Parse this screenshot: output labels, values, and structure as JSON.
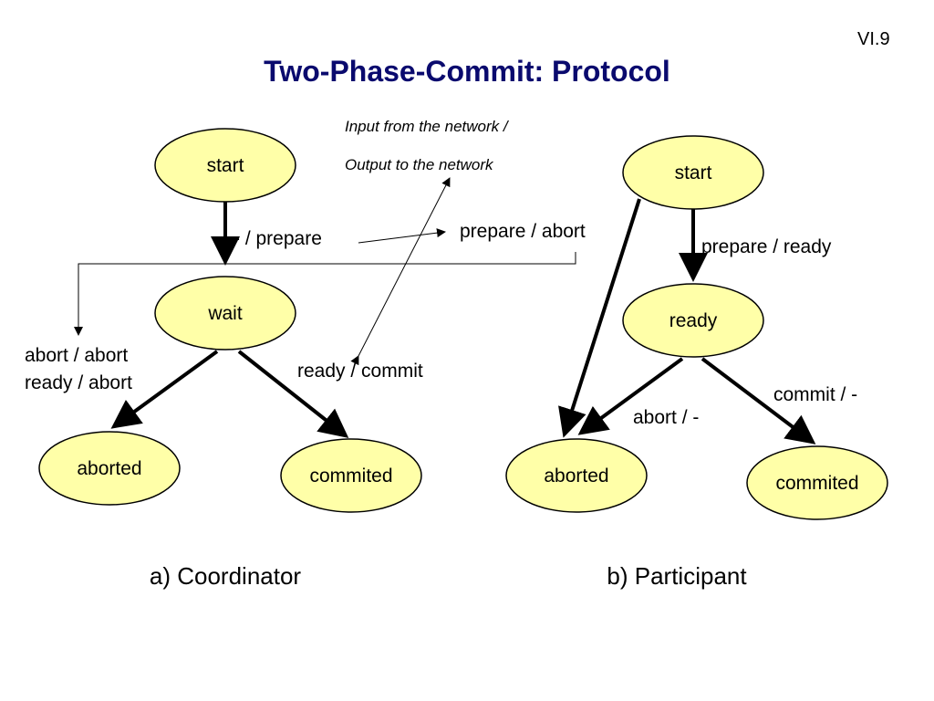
{
  "page_number": "VI.9",
  "title": "Two-Phase-Commit: Protocol",
  "note": {
    "line1": "Input from the network /",
    "line2": "Output to the network"
  },
  "coordinator": {
    "caption": "a) Coordinator",
    "states": {
      "start": "start",
      "wait": "wait",
      "aborted": "aborted",
      "commited": "commited"
    },
    "transitions": {
      "start_to_wait": "- / prepare",
      "prepare_abort": "prepare / abort",
      "abort_line1": "abort / abort",
      "abort_line2": "ready / abort",
      "ready_commit": "ready / commit"
    }
  },
  "participant": {
    "caption": "b) Participant",
    "states": {
      "start": "start",
      "ready": "ready",
      "aborted": "aborted",
      "commited": "commited"
    },
    "transitions": {
      "prepare_ready": "prepare / ready",
      "abort": "abort / -",
      "commit": "commit / -"
    }
  },
  "colors": {
    "title": "#0a0a6e",
    "node_fill": "#ffffa8"
  }
}
